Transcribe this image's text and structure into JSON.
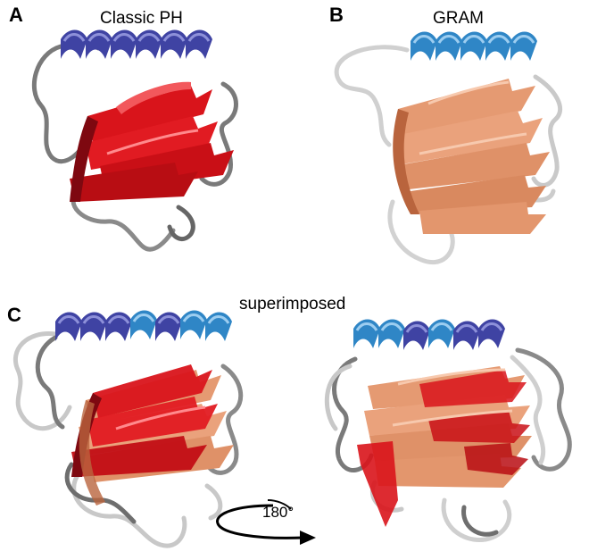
{
  "panels": {
    "a": {
      "letter": "A",
      "title": "Classic PH"
    },
    "b": {
      "letter": "B",
      "title": "GRAM"
    },
    "c": {
      "letter": "C",
      "title": "superimposed"
    }
  },
  "rotation_label": "180°",
  "colors": {
    "ph_sheet": "#d9141b",
    "ph_sheet_dark": "#8e0a10",
    "ph_helix": "#4b4fae",
    "gram_sheet": "#e59a72",
    "gram_sheet_dark": "#b8653f",
    "gram_helix": "#3d8fcb",
    "loop_dark": "#6e6e6e",
    "loop_light": "#c9c9c9"
  }
}
